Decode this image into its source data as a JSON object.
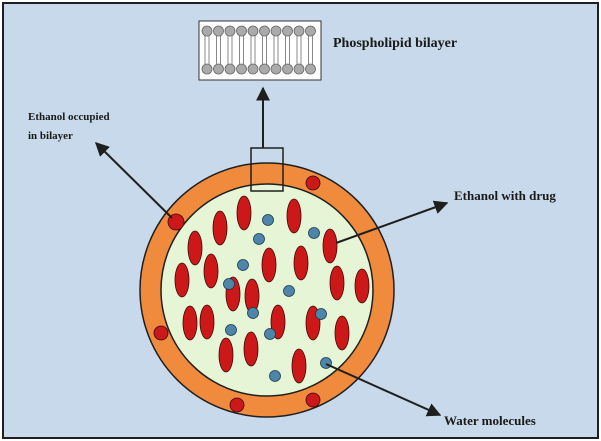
{
  "labels": {
    "phospholipid_bilayer": "Phospholipid bilayer",
    "ethanol_occupied_line1": "Ethanol occupied",
    "ethanol_occupied_line2": "in bilayer",
    "ethanol_with_drug": "Ethanol with drug",
    "water_molecules": "Water molecules"
  },
  "colors": {
    "background": "#c7d9ea",
    "border": "#1f1f1f",
    "outer_ring": "#f08a3c",
    "core": "#e6f5d6",
    "ethanol": "#cc1818",
    "water": "#4d86a8",
    "arrow": "#1f1f1f"
  },
  "icons": {
    "vesicle": "ethosome-vesicle-icon",
    "inset": "phospholipid-bilayer-icon"
  }
}
